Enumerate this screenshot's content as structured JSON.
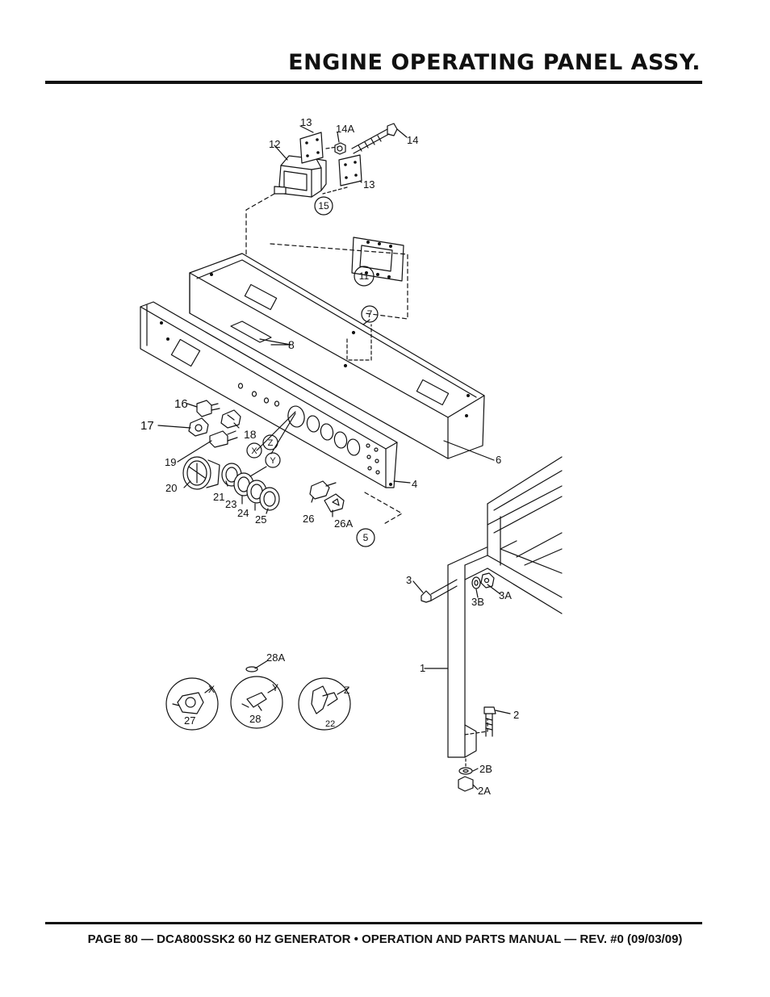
{
  "header": {
    "title": "ENGINE OPERATING PANEL ASSY."
  },
  "footer": {
    "text": "PAGE 80 — DCA800SSK2 60 HZ GENERATOR • OPERATION AND PARTS MANUAL — REV. #0 (09/03/09)"
  },
  "callouts": [
    {
      "id": "c13a",
      "label": "13"
    },
    {
      "id": "c14a",
      "label": "14A"
    },
    {
      "id": "c14",
      "label": "14"
    },
    {
      "id": "c12",
      "label": "12"
    },
    {
      "id": "c13b",
      "label": "13"
    },
    {
      "id": "c15",
      "label": "15"
    },
    {
      "id": "c11",
      "label": "11"
    },
    {
      "id": "c7",
      "label": "7"
    },
    {
      "id": "c8",
      "label": "8"
    },
    {
      "id": "c16",
      "label": "16"
    },
    {
      "id": "c17",
      "label": "17"
    },
    {
      "id": "c18",
      "label": "18"
    },
    {
      "id": "c19",
      "label": "19"
    },
    {
      "id": "cX",
      "label": "X"
    },
    {
      "id": "cZ",
      "label": "Z"
    },
    {
      "id": "cY",
      "label": "Y"
    },
    {
      "id": "c20",
      "label": "20"
    },
    {
      "id": "c21",
      "label": "21"
    },
    {
      "id": "c23",
      "label": "23"
    },
    {
      "id": "c24",
      "label": "24"
    },
    {
      "id": "c25",
      "label": "25"
    },
    {
      "id": "c26",
      "label": "26"
    },
    {
      "id": "c26a",
      "label": "26A"
    },
    {
      "id": "c5",
      "label": "5"
    },
    {
      "id": "c4",
      "label": "4"
    },
    {
      "id": "c6",
      "label": "6"
    },
    {
      "id": "c3",
      "label": "3"
    },
    {
      "id": "c3b",
      "label": "3B"
    },
    {
      "id": "c3a",
      "label": "3A"
    },
    {
      "id": "c1",
      "label": "1"
    },
    {
      "id": "c2",
      "label": "2"
    },
    {
      "id": "c2b",
      "label": "2B"
    },
    {
      "id": "c2a",
      "label": "2A"
    },
    {
      "id": "c28a",
      "label": "28A"
    },
    {
      "id": "cX2",
      "label": "X"
    },
    {
      "id": "cY2",
      "label": "Y"
    },
    {
      "id": "cZ2",
      "label": "Z"
    },
    {
      "id": "c27",
      "label": "27"
    },
    {
      "id": "c28",
      "label": "28"
    },
    {
      "id": "c22",
      "label": "22"
    }
  ]
}
